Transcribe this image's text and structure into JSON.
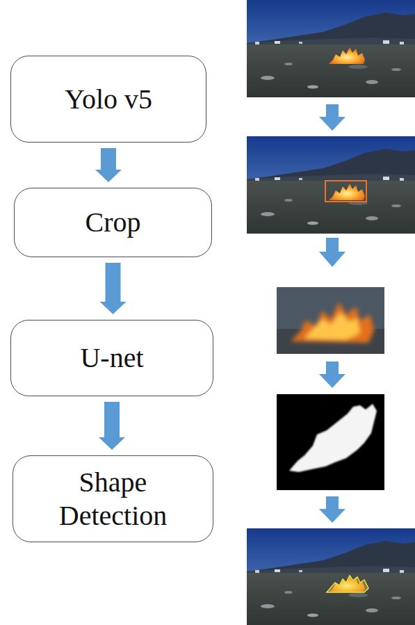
{
  "diagram": {
    "nodes": [
      {
        "text": [
          "Yolo v5"
        ]
      },
      {
        "text": [
          "Crop"
        ]
      },
      {
        "text": [
          "U-net"
        ]
      },
      {
        "text": [
          "Shape Detection"
        ]
      }
    ],
    "edges": [
      {
        "from": 0,
        "to": 1,
        "arrow": "to"
      },
      {
        "from": 1,
        "to": 2,
        "arrow": "to"
      },
      {
        "from": 2,
        "to": 3,
        "arrow": "to"
      }
    ]
  }
}
